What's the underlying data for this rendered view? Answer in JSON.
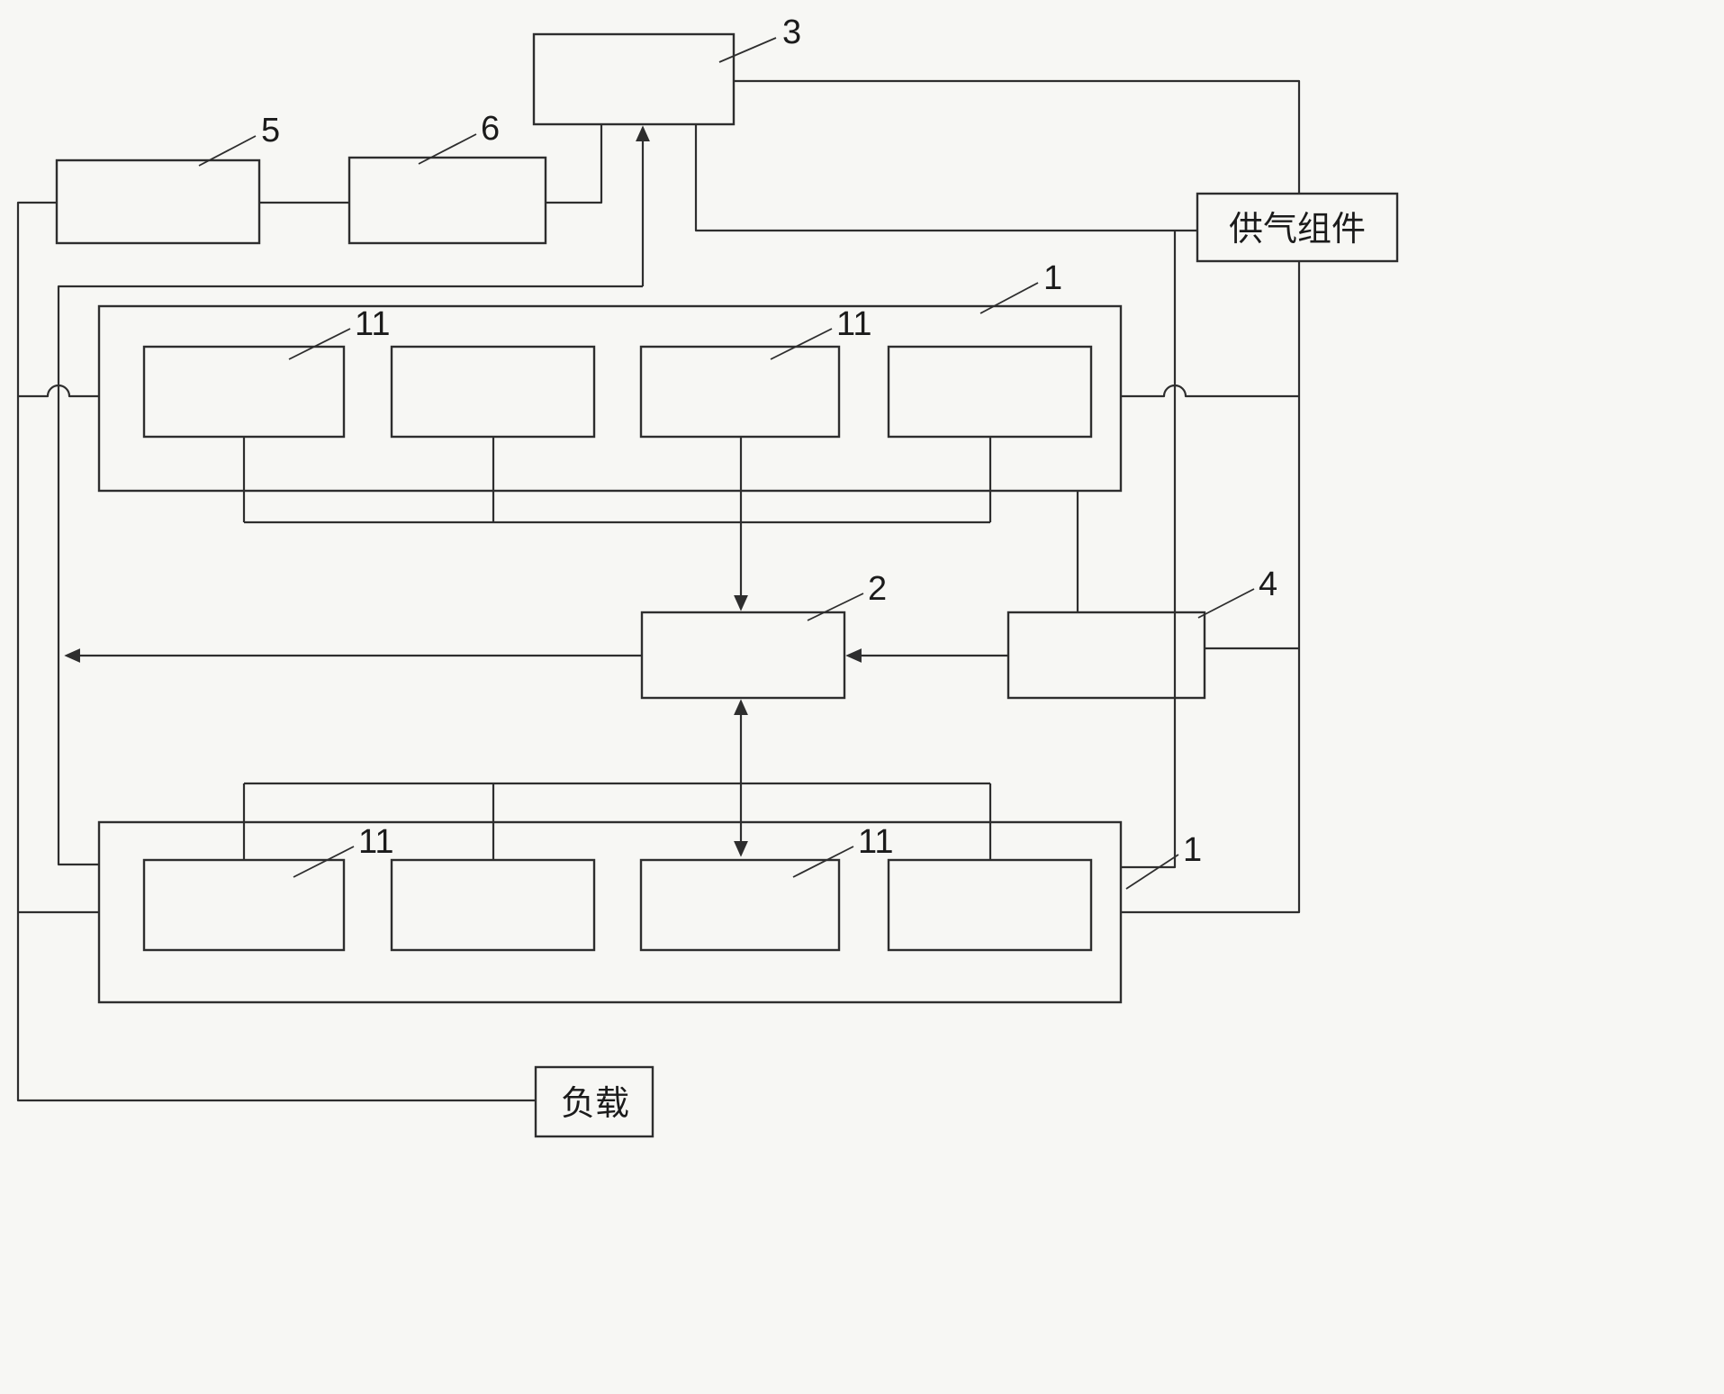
{
  "colors": {
    "background": "#f7f7f4",
    "line": "#2e2e2e",
    "text": "#1b1b1b"
  },
  "boxes": {
    "gas_supply_label": "供气组件",
    "load_label": "负载"
  },
  "reference_numerals": {
    "box3": "3",
    "box5": "5",
    "box6": "6",
    "upper_stack": "1",
    "lower_stack": "1",
    "upper_cell_left": "11",
    "upper_cell_right": "11",
    "lower_cell_left": "11",
    "lower_cell_right": "11",
    "box2": "2",
    "box4": "4"
  }
}
